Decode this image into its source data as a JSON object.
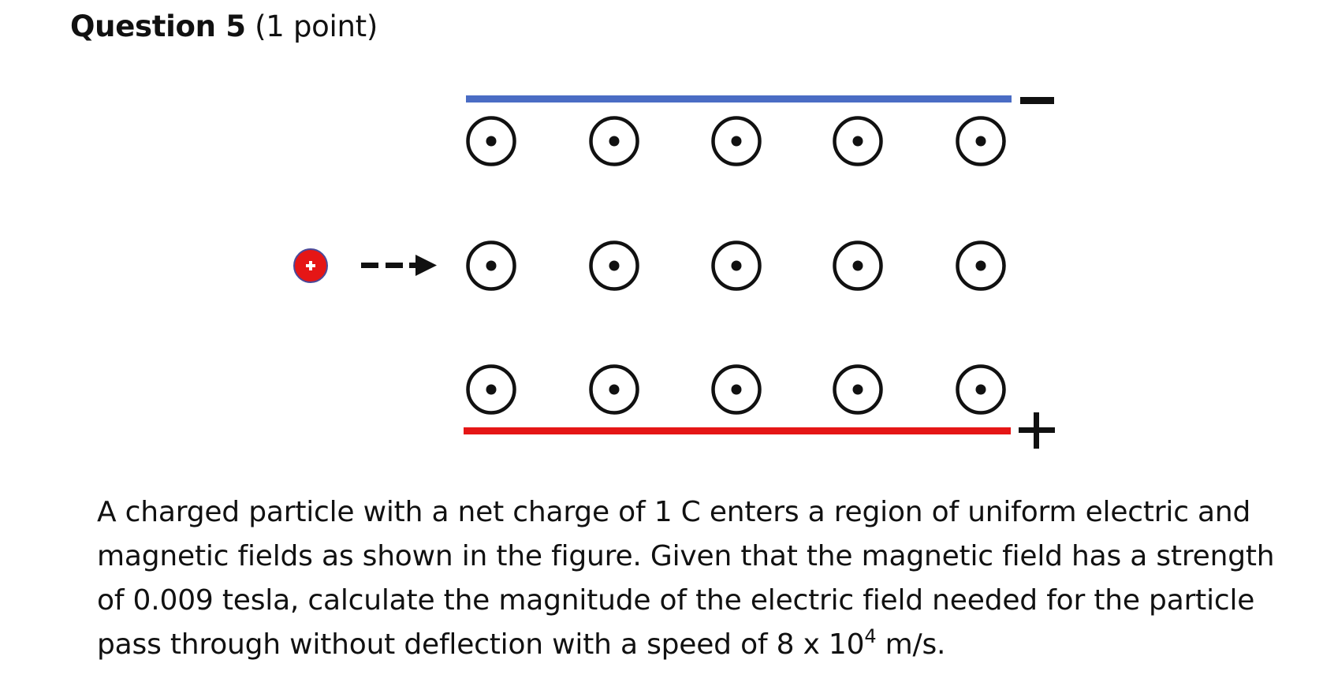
{
  "question": {
    "title": "Question 5",
    "points": "(1 point)"
  },
  "figure": {
    "negative_plate_sign": "−",
    "positive_plate_sign": "+",
    "particle_charge_sign": "+",
    "negative_plate_color": "#4a6cc4",
    "positive_plate_color": "#e51616",
    "particle_color": "#e51616",
    "field_symbol": "dot-in-circle-icon",
    "field_rows": 3,
    "field_columns": 5
  },
  "text": {
    "line1": "A charged particle with a net charge of 1 C enters a region of uniform electric and",
    "line2": "magnetic fields as shown in the figure. Given that the magnetic field has a strength",
    "line3": "of 0.009 tesla, calculate the magnitude of the electric field needed for the particle",
    "line4_before": "pass through without deflection with a speed of 8 x 10",
    "line4_exponent": "4",
    "line4_after": " m/s."
  }
}
